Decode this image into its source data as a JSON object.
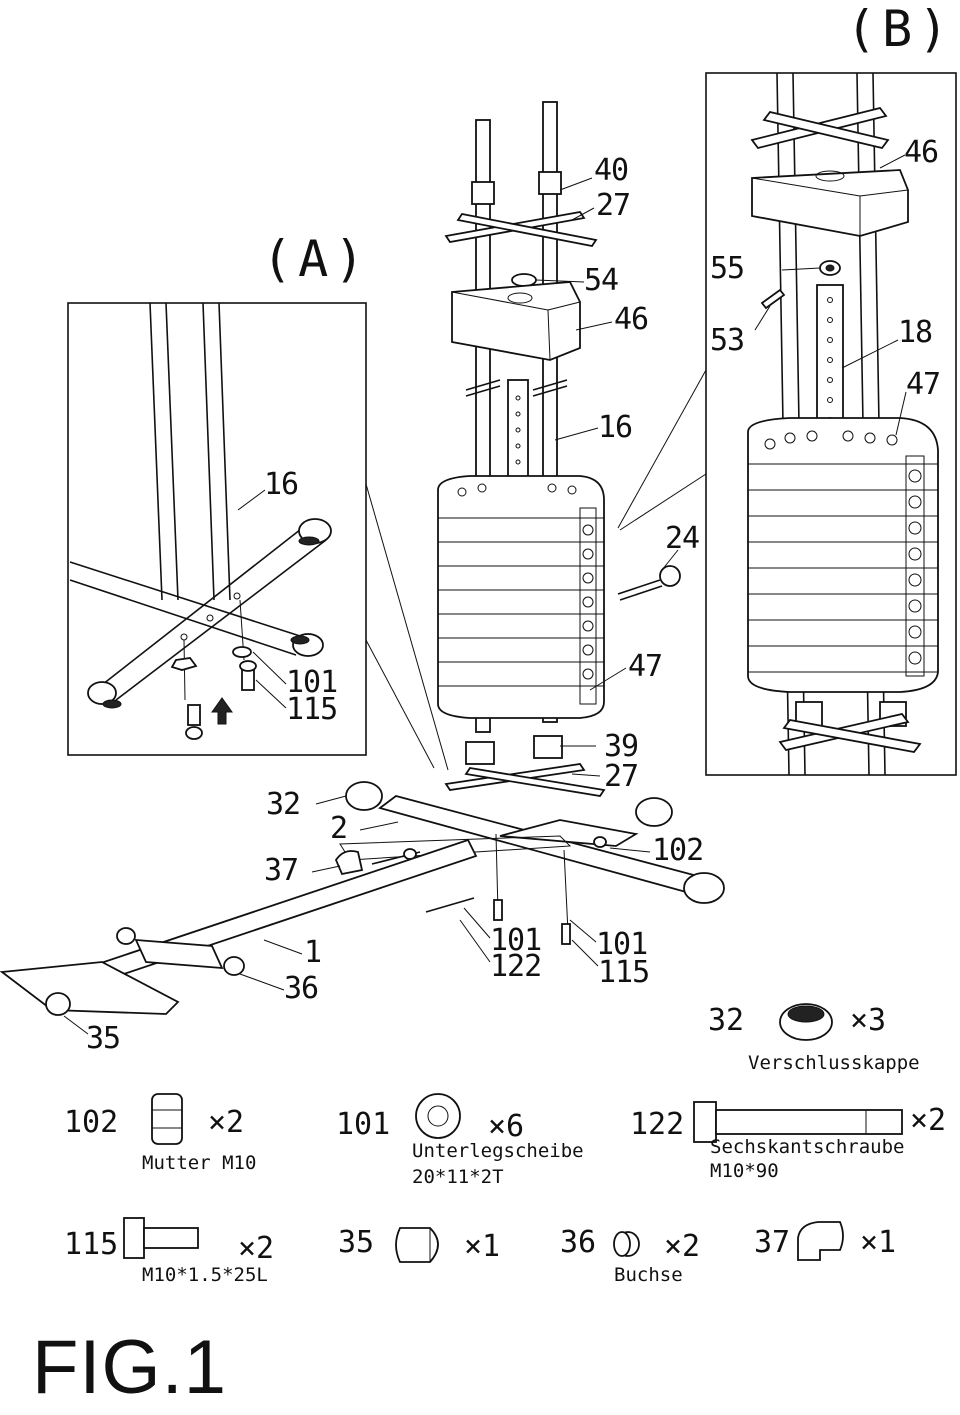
{
  "figure_label": "FIG.1",
  "panels": {
    "a": {
      "tag": "(A)"
    },
    "b": {
      "tag": "(B)"
    }
  },
  "callouts": {
    "main": [
      "40",
      "27",
      "54",
      "46",
      "16",
      "24",
      "47",
      "39",
      "27",
      "32",
      "2",
      "102",
      "37",
      "1",
      "101",
      "122",
      "101",
      "115",
      "36",
      "35"
    ],
    "panel_a": [
      "16",
      "101",
      "115"
    ],
    "panel_b": [
      "46",
      "55",
      "53",
      "18",
      "47"
    ]
  },
  "parts_list": [
    {
      "number": "32",
      "quantity": "×3",
      "caption": "Verschlusskappe",
      "icon": "end-cap-icon"
    },
    {
      "number": "102",
      "quantity": "×2",
      "caption": "Mutter M10",
      "icon": "hex-nut-icon"
    },
    {
      "number": "101",
      "quantity": "×6",
      "caption": "Unterlegscheibe",
      "caption2": "20*11*2T",
      "icon": "washer-icon"
    },
    {
      "number": "122",
      "quantity": "×2",
      "caption": "Sechskantschraube",
      "caption2": "M10*90",
      "icon": "long-bolt-icon"
    },
    {
      "number": "115",
      "quantity": "×2",
      "caption": "M10*1.5*25L",
      "icon": "short-bolt-icon"
    },
    {
      "number": "35",
      "quantity": "×1",
      "icon": "round-cap-icon"
    },
    {
      "number": "36",
      "quantity": "×2",
      "caption": "Buchse",
      "icon": "bushing-icon"
    },
    {
      "number": "37",
      "quantity": "×1",
      "icon": "elbow-cap-icon"
    }
  ]
}
